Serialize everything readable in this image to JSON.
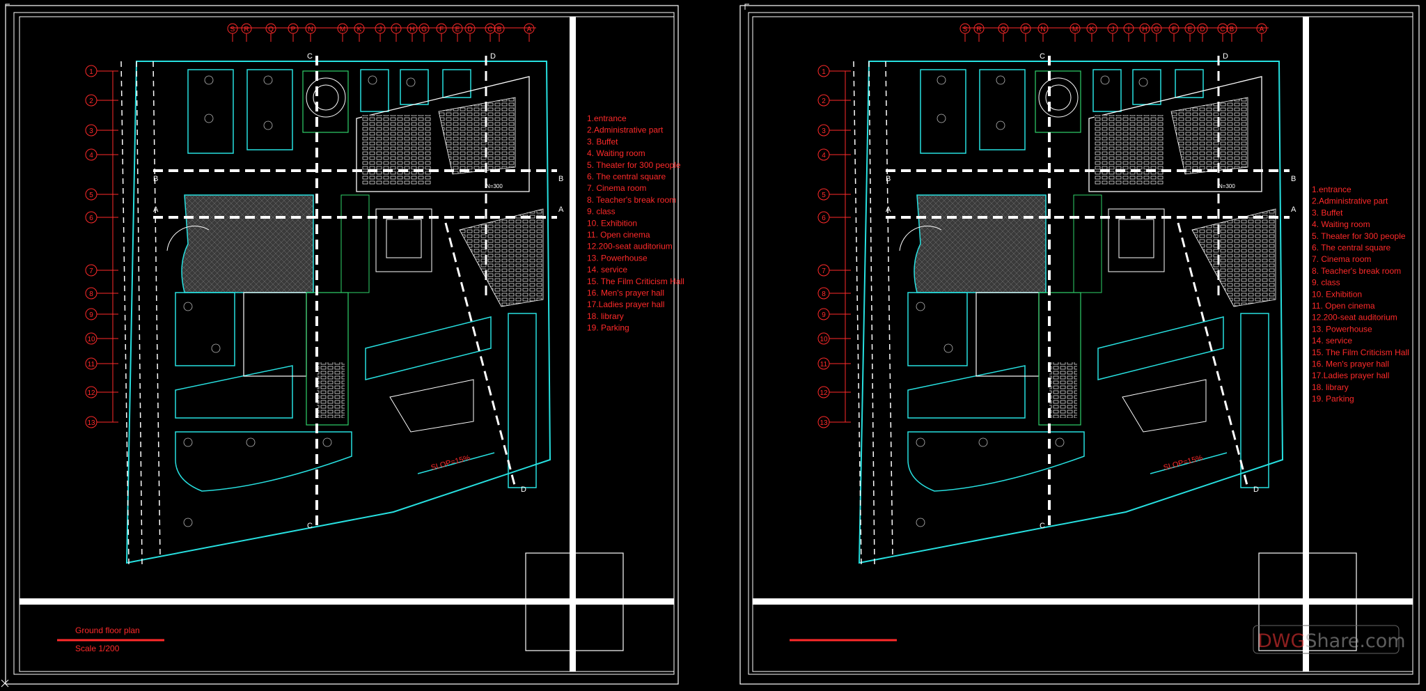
{
  "left_sheet": {
    "title": "Ground floor plan",
    "scale": "Scale 1/200",
    "legend": [
      "1.entrance",
      "2.Administrative part",
      "3. Buffet",
      "4. Waiting room",
      "5. Theater for 300 people",
      "6. The central square",
      "7. Cinema room",
      "8. Teacher's break room",
      "9. class",
      "10. Exhibition",
      "11. Open cinema",
      "12.200-seat auditorium",
      "13. Powerhouse",
      "14. service",
      "15. The Film Criticism Hall",
      "16. Men's prayer hall",
      "17.Ladies prayer hall",
      "18. library",
      "19. Parking"
    ]
  },
  "right_sheet": {
    "legend": [
      "1.entrance",
      "2.Administrative part",
      "3. Buffet",
      "4. Waiting room",
      "5. Theater for 300 people",
      "6. The central square",
      "7. Cinema room",
      "8. Teacher's break room",
      "9. class",
      "10. Exhibition",
      "11. Open cinema",
      "12.200-seat auditorium",
      "13. Powerhouse",
      "14. service",
      "15. The Film Criticism Hall",
      "16. Men's prayer hall",
      "17.Ladies prayer hall",
      "18. library",
      "19. Parking"
    ]
  },
  "grid": {
    "columns": [
      "S",
      "R",
      "Q",
      "P",
      "N",
      "M",
      "K",
      "J",
      "I",
      "H",
      "G",
      "F",
      "E",
      "D",
      "C",
      "B",
      "A"
    ],
    "rows": [
      "1",
      "2",
      "3",
      "4",
      "5",
      "6",
      "7",
      "8",
      "9",
      "10",
      "11",
      "12",
      "13"
    ]
  },
  "sections": {
    "a": "A",
    "b": "B",
    "c": "C",
    "d": "D"
  },
  "plan_notes": {
    "slope": "SLOP=15%",
    "seats": "N=300"
  },
  "watermark": {
    "brand_red": "DWG",
    "brand_gray": "Share.com"
  },
  "colors": {
    "linework_cyan": "#27e0e0",
    "annotation_red": "#ff2a2a",
    "walls_white": "#ffffff",
    "furniture_green": "#2fd36a"
  }
}
